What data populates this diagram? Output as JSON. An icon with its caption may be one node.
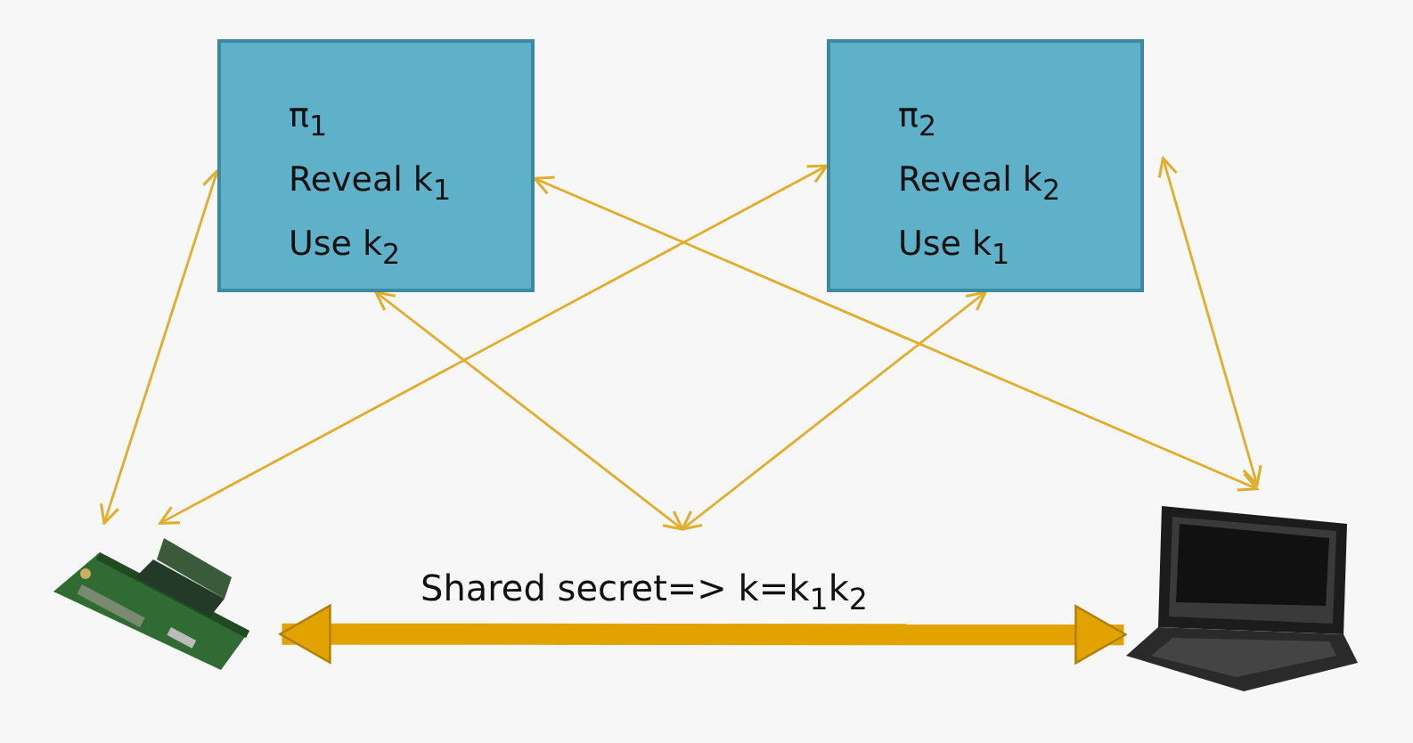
{
  "diagram": {
    "nodes": [
      {
        "text": [
          "π$_{1}$",
          "Reveal k$_{1}$",
          "Use k$_{2}$"
        ]
      },
      {
        "text": [
          "π$_{2}$",
          "Reveal k$_{2}$",
          "Use k$_{1}$"
        ]
      },
      {
        "text": [],
        "shape": "picture"
      },
      {
        "text": [],
        "shape": "picture"
      }
    ],
    "edges": [
      {
        "from": 2,
        "to": 0,
        "arrow": "both"
      },
      {
        "from": 2,
        "to": 1,
        "arrow": "both"
      },
      {
        "from": 0,
        "to": 3,
        "arrow": "both"
      },
      {
        "from": 1,
        "to": 3,
        "arrow": "both"
      },
      {
        "from": 0,
        "to": null,
        "arrow": "both"
      },
      {
        "from": 1,
        "to": null,
        "arrow": "both"
      },
      {
        "from": 2,
        "to": 3,
        "arrow": "both",
        "label": "Shared secret=> k=k$_{1}$k$_{2}$",
        "style": "thick",
        "color": "#e2a200"
      }
    ]
  }
}
